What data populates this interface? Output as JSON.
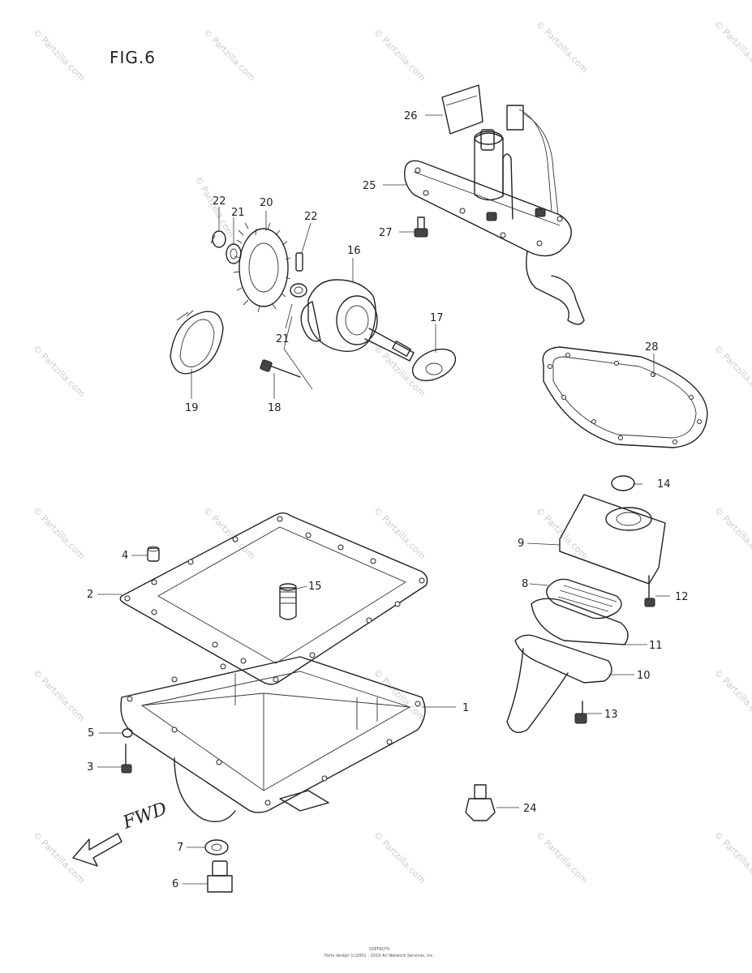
{
  "figure": {
    "title": "FIG.6"
  },
  "watermark": {
    "text": "© Partzilla.com"
  },
  "direction": {
    "label": "FWD"
  },
  "callouts": {
    "c1": "1",
    "c2": "2",
    "c3": "3",
    "c4": "4",
    "c5": "5",
    "c6": "6",
    "c7": "7",
    "c8": "8",
    "c9": "9",
    "c10": "10",
    "c11": "11",
    "c12": "12",
    "c13": "13",
    "c14": "14",
    "c15": "15",
    "c16": "16",
    "c17": "17",
    "c18": "18",
    "c19": "19",
    "c20": "20",
    "c21": "21",
    "c22": "22",
    "c23": "22",
    "c24": "24",
    "c25": "25",
    "c26": "26",
    "c27": "27",
    "c28": "28",
    "c29": "21"
  },
  "footer": {
    "line1": "02EF6CF0",
    "line2": "Parts design (c)2001 - 2019 Arl Network Services, Inc."
  }
}
